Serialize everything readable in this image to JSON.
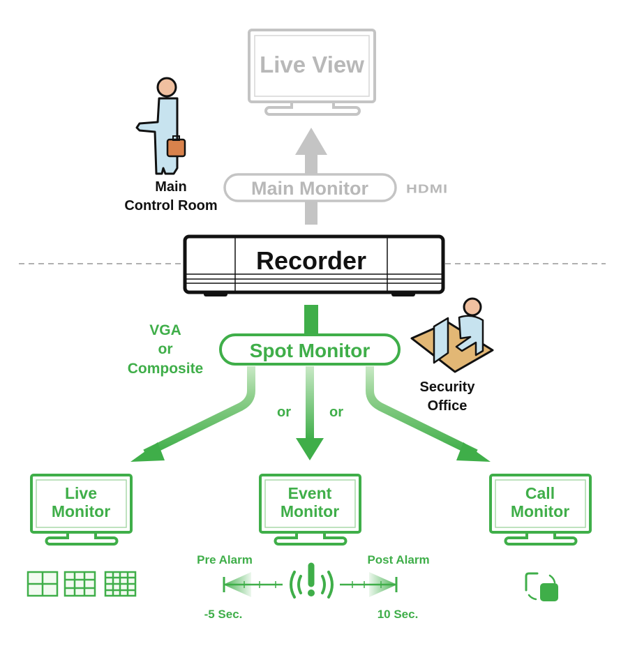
{
  "colors": {
    "green": "#3fae49",
    "green_light": "#a9d9a8",
    "gray": "#c4c4c4",
    "gray_text": "#b8b8b8",
    "black": "#111111",
    "background": "#ffffff"
  },
  "top_section": {
    "live_view_label": "Live View",
    "main_monitor_label": "Main Monitor",
    "hdmi_label": "HDMI",
    "main_control_room_line1": "Main",
    "main_control_room_line2": "Control Room"
  },
  "recorder": {
    "label": "Recorder"
  },
  "spot_section": {
    "spot_monitor_label": "Spot Monitor",
    "connection_line1": "VGA",
    "connection_line2": "or",
    "connection_line3": "Composite",
    "security_office_line1": "Security",
    "security_office_line2": "Office",
    "or_left": "or",
    "or_right": "or"
  },
  "monitors": [
    {
      "name": "live",
      "line1": "Live",
      "line2": "Monitor"
    },
    {
      "name": "event",
      "line1": "Event",
      "line2": "Monitor"
    },
    {
      "name": "call",
      "line1": "Call",
      "line2": "Monitor"
    }
  ],
  "layouts": {
    "icons": [
      "layout-2x2-icon",
      "layout-3x3-icon",
      "layout-4x4-icon"
    ]
  },
  "alarm": {
    "pre_label": "Pre Alarm",
    "post_label": "Post Alarm",
    "pre_value": "-5 Sec.",
    "post_value": "10 Sec.",
    "icon": "alarm-icon"
  },
  "call_icon": "sequence-switch-icon"
}
